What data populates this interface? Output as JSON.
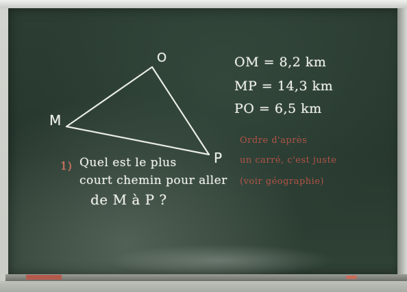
{
  "triangle": {
    "vertex_o": "O",
    "vertex_m": "M",
    "vertex_p": "P"
  },
  "measurements": {
    "om": "OM = 8,2 km",
    "mp": "MP = 14,3 km",
    "po": "PO = 6,5 km"
  },
  "faint_red_note": {
    "line_1": "Ordre d'après",
    "line_2": "un carré, c'est juste",
    "line_3": "(voir géographie)"
  },
  "question": {
    "number": "1)",
    "line_1": "Quel est le plus",
    "line_2": "court chemin pour aller",
    "line_3": "de M à P ?"
  },
  "colors": {
    "board": "#2c3e33",
    "chalk_white": "#eef0ea",
    "chalk_red": "#c9564a"
  }
}
